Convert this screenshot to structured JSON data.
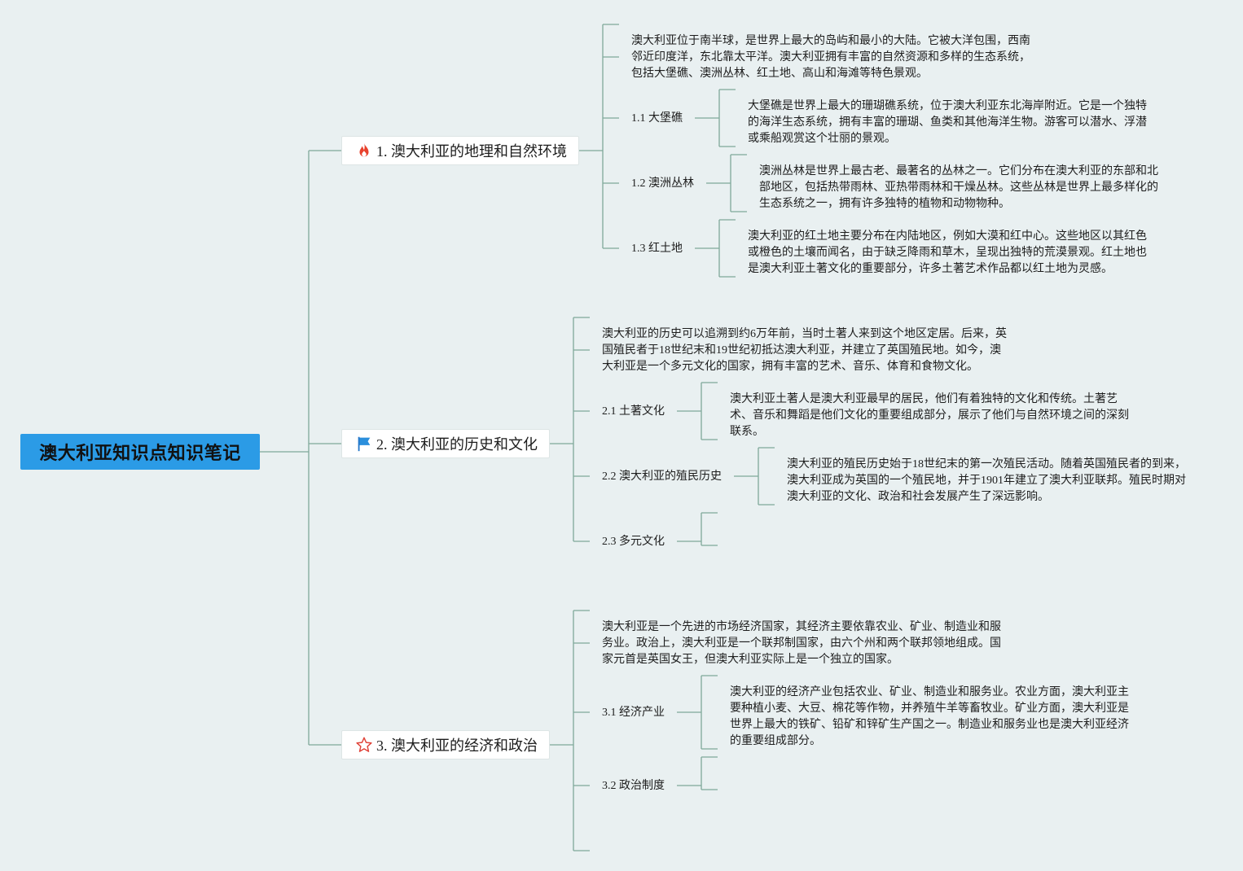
{
  "root": {
    "title": "澳大利亚知识点知识笔记"
  },
  "topics": [
    {
      "label": "1. 澳大利亚的地理和自然环境",
      "icon": "fire-icon",
      "intro": [
        "澳大利亚位于南半球，是世界上最大的岛屿和最小的大陆。它被大洋包围，西南",
        "邻近印度洋，东北靠太平洋。澳大利亚拥有丰富的自然资源和多样的生态系统，",
        "包括大堡礁、澳洲丛林、红土地、高山和海滩等特色景观。"
      ],
      "subs": [
        {
          "label": "1.1 大堡礁",
          "detail": [
            "大堡礁是世界上最大的珊瑚礁系统，位于澳大利亚东北海岸附近。它是一个独特",
            "的海洋生态系统，拥有丰富的珊瑚、鱼类和其他海洋生物。游客可以潜水、浮潜",
            "或乘船观赏这个壮丽的景观。"
          ]
        },
        {
          "label": "1.2 澳洲丛林",
          "detail": [
            "澳洲丛林是世界上最古老、最著名的丛林之一。它们分布在澳大利亚的东部和北",
            "部地区，包括热带雨林、亚热带雨林和干燥丛林。这些丛林是世界上最多样化的",
            "生态系统之一，拥有许多独特的植物和动物物种。"
          ]
        },
        {
          "label": "1.3 红土地",
          "detail": [
            "澳大利亚的红土地主要分布在内陆地区，例如大漠和红中心。这些地区以其红色",
            "或橙色的土壤而闻名，由于缺乏降雨和草木，呈现出独特的荒漠景观。红土地也",
            "是澳大利亚土著文化的重要部分，许多土著艺术作品都以红土地为灵感。"
          ]
        }
      ]
    },
    {
      "label": "2. 澳大利亚的历史和文化",
      "icon": "flag-icon",
      "intro": [
        "澳大利亚的历史可以追溯到约6万年前，当时土著人来到这个地区定居。后来，英",
        "国殖民者于18世纪末和19世纪初抵达澳大利亚，并建立了英国殖民地。如今，澳",
        "大利亚是一个多元文化的国家，拥有丰富的艺术、音乐、体育和食物文化。"
      ],
      "subs": [
        {
          "label": "2.1 土著文化",
          "detail": [
            "澳大利亚土著人是澳大利亚最早的居民，他们有着独特的文化和传统。土著艺",
            "术、音乐和舞蹈是他们文化的重要组成部分，展示了他们与自然环境之间的深刻",
            "联系。"
          ]
        },
        {
          "label": "2.2 澳大利亚的殖民历史",
          "detail": [
            "澳大利亚的殖民历史始于18世纪末的第一次殖民活动。随着英国殖民者的到来，",
            "澳大利亚成为英国的一个殖民地，并于1901年建立了澳大利亚联邦。殖民时期对",
            "澳大利亚的文化、政治和社会发展产生了深远影响。"
          ]
        },
        {
          "label": "2.3 多元文化",
          "detail": []
        }
      ]
    },
    {
      "label": "3. 澳大利亚的经济和政治",
      "icon": "star-icon",
      "intro": [
        "澳大利亚是一个先进的市场经济国家，其经济主要依靠农业、矿业、制造业和服",
        "务业。政治上，澳大利亚是一个联邦制国家，由六个州和两个联邦领地组成。国",
        "家元首是英国女王，但澳大利亚实际上是一个独立的国家。"
      ],
      "subs": [
        {
          "label": "3.1 经济产业",
          "detail": [
            "澳大利亚的经济产业包括农业、矿业、制造业和服务业。农业方面，澳大利亚主",
            "要种植小麦、大豆、棉花等作物，并养殖牛羊等畜牧业。矿业方面，澳大利亚是",
            "世界上最大的铁矿、铅矿和锌矿生产国之一。制造业和服务业也是澳大利亚经济",
            "的重要组成部分。"
          ]
        },
        {
          "label": "3.2 政治制度",
          "detail": []
        }
      ]
    }
  ],
  "colors": {
    "root_bg": "#2b9be6",
    "line": "#7fa89a",
    "background": "#e9f0f1"
  }
}
